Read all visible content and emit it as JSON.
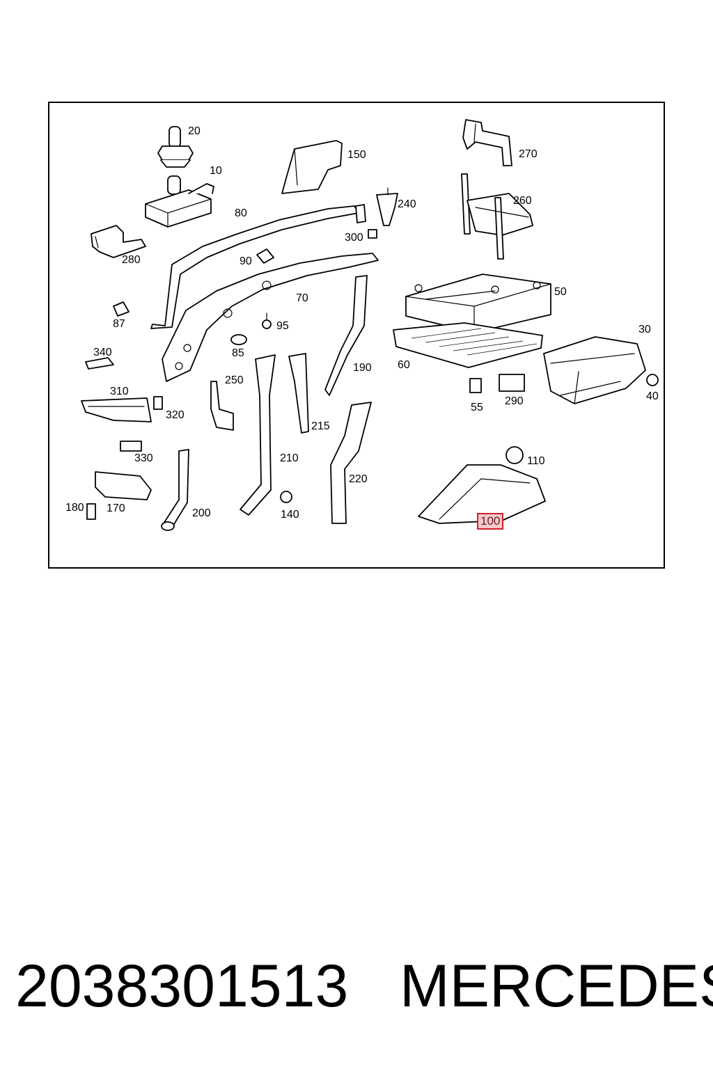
{
  "diagram": {
    "highlight_color": "#d0202a",
    "highlight_fill": "#f4c9cb",
    "callouts": [
      {
        "id": "20",
        "label": "20"
      },
      {
        "id": "10",
        "label": "10"
      },
      {
        "id": "150",
        "label": "150"
      },
      {
        "id": "270",
        "label": "270"
      },
      {
        "id": "240",
        "label": "240"
      },
      {
        "id": "260",
        "label": "260"
      },
      {
        "id": "80",
        "label": "80"
      },
      {
        "id": "300",
        "label": "300"
      },
      {
        "id": "280",
        "label": "280"
      },
      {
        "id": "90",
        "label": "90"
      },
      {
        "id": "70",
        "label": "70"
      },
      {
        "id": "50",
        "label": "50"
      },
      {
        "id": "87",
        "label": "87"
      },
      {
        "id": "95",
        "label": "95"
      },
      {
        "id": "30",
        "label": "30"
      },
      {
        "id": "85",
        "label": "85"
      },
      {
        "id": "340",
        "label": "340"
      },
      {
        "id": "190",
        "label": "190"
      },
      {
        "id": "60",
        "label": "60"
      },
      {
        "id": "250",
        "label": "250"
      },
      {
        "id": "310",
        "label": "310"
      },
      {
        "id": "55",
        "label": "55"
      },
      {
        "id": "290",
        "label": "290"
      },
      {
        "id": "40",
        "label": "40"
      },
      {
        "id": "320",
        "label": "320"
      },
      {
        "id": "215",
        "label": "215"
      },
      {
        "id": "330",
        "label": "330"
      },
      {
        "id": "210",
        "label": "210"
      },
      {
        "id": "110",
        "label": "110"
      },
      {
        "id": "220",
        "label": "220"
      },
      {
        "id": "180",
        "label": "180"
      },
      {
        "id": "170",
        "label": "170"
      },
      {
        "id": "200",
        "label": "200"
      },
      {
        "id": "140",
        "label": "140"
      },
      {
        "id": "100",
        "label": "100",
        "highlighted": true
      }
    ]
  },
  "footer": {
    "part_number": "2038301513",
    "brand": "MERCEDES"
  }
}
